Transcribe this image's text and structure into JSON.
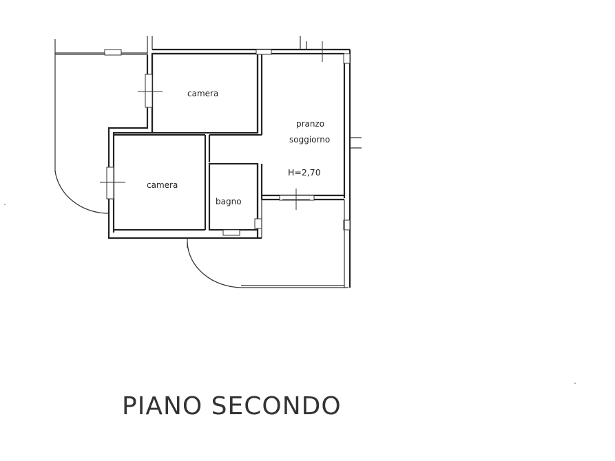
{
  "rooms": {
    "camera_top": "camera",
    "camera_bottom": "camera",
    "pranzo": "pranzo",
    "soggiorno": "soggiorno",
    "height": "H=2,70",
    "bagno": "bagno"
  },
  "floor_title": "PIANO SECONDO"
}
